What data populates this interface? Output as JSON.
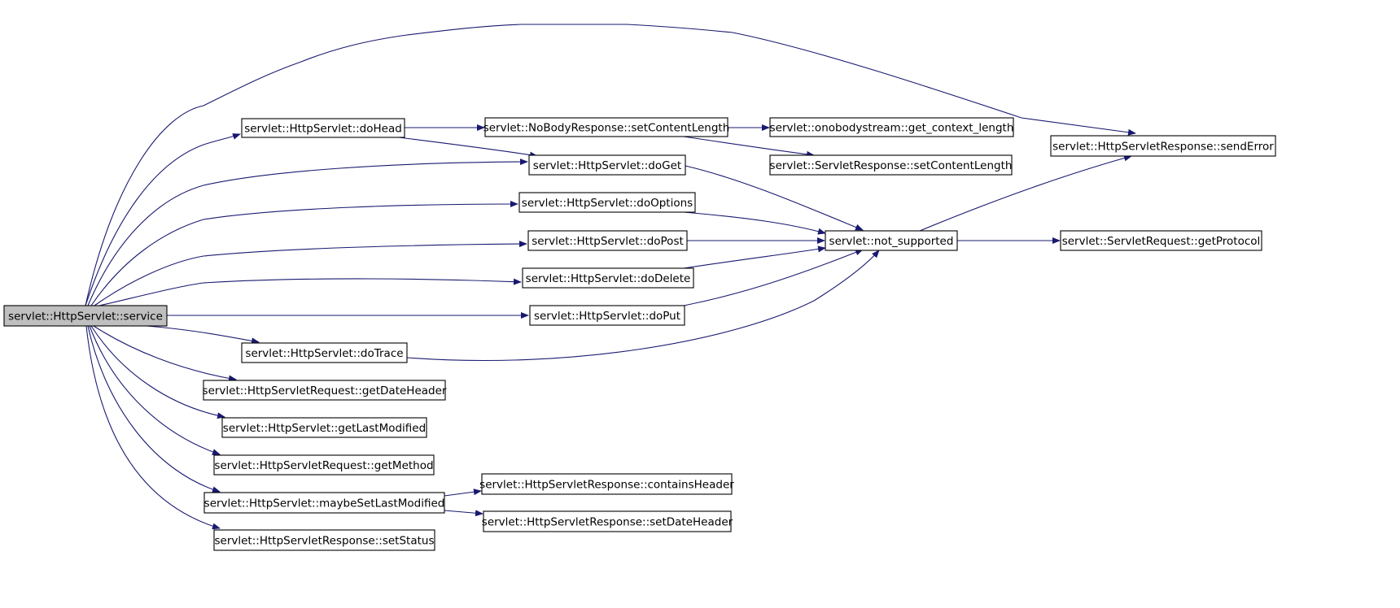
{
  "diagram": {
    "type": "call-graph",
    "edge_color": "#191970",
    "root_fill": "#bfbfbf",
    "nodes": [
      {
        "id": "service",
        "label": "servlet::HttpServlet::service"
      },
      {
        "id": "doHead",
        "label": "servlet::HttpServlet::doHead"
      },
      {
        "id": "nbSetContentLength",
        "label": "servlet::NoBodyResponse::setContentLength"
      },
      {
        "id": "getContextLength",
        "label": "servlet::onobodystream::get_context_length"
      },
      {
        "id": "srSetContentLength",
        "label": "servlet::ServletResponse::setContentLength"
      },
      {
        "id": "doGet",
        "label": "servlet::HttpServlet::doGet"
      },
      {
        "id": "doOptions",
        "label": "servlet::HttpServlet::doOptions"
      },
      {
        "id": "doPost",
        "label": "servlet::HttpServlet::doPost"
      },
      {
        "id": "doDelete",
        "label": "servlet::HttpServlet::doDelete"
      },
      {
        "id": "doPut",
        "label": "servlet::HttpServlet::doPut"
      },
      {
        "id": "doTrace",
        "label": "servlet::HttpServlet::doTrace"
      },
      {
        "id": "notSupported",
        "label": "servlet::not_supported"
      },
      {
        "id": "sendError",
        "label": "servlet::HttpServletResponse::sendError"
      },
      {
        "id": "getProtocol",
        "label": "servlet::ServletRequest::getProtocol"
      },
      {
        "id": "getDateHeader",
        "label": "servlet::HttpServletRequest::getDateHeader"
      },
      {
        "id": "getLastModified",
        "label": "servlet::HttpServlet::getLastModified"
      },
      {
        "id": "getMethod",
        "label": "servlet::HttpServletRequest::getMethod"
      },
      {
        "id": "maybeSetLastModified",
        "label": "servlet::HttpServlet::maybeSetLastModified"
      },
      {
        "id": "containsHeader",
        "label": "servlet::HttpServletResponse::containsHeader"
      },
      {
        "id": "setDateHeader",
        "label": "servlet::HttpServletResponse::setDateHeader"
      },
      {
        "id": "setStatus",
        "label": "servlet::HttpServletResponse::setStatus"
      }
    ],
    "edges": [
      {
        "from": "service",
        "to": "sendError"
      },
      {
        "from": "service",
        "to": "doHead"
      },
      {
        "from": "service",
        "to": "doGet"
      },
      {
        "from": "service",
        "to": "doOptions"
      },
      {
        "from": "service",
        "to": "doPost"
      },
      {
        "from": "service",
        "to": "doDelete"
      },
      {
        "from": "service",
        "to": "doPut"
      },
      {
        "from": "service",
        "to": "doTrace"
      },
      {
        "from": "service",
        "to": "getDateHeader"
      },
      {
        "from": "service",
        "to": "getLastModified"
      },
      {
        "from": "service",
        "to": "getMethod"
      },
      {
        "from": "service",
        "to": "maybeSetLastModified"
      },
      {
        "from": "service",
        "to": "setStatus"
      },
      {
        "from": "doHead",
        "to": "nbSetContentLength"
      },
      {
        "from": "doHead",
        "to": "doGet"
      },
      {
        "from": "nbSetContentLength",
        "to": "getContextLength"
      },
      {
        "from": "nbSetContentLength",
        "to": "srSetContentLength"
      },
      {
        "from": "doGet",
        "to": "notSupported"
      },
      {
        "from": "doOptions",
        "to": "notSupported"
      },
      {
        "from": "doPost",
        "to": "notSupported"
      },
      {
        "from": "doDelete",
        "to": "notSupported"
      },
      {
        "from": "doPut",
        "to": "notSupported"
      },
      {
        "from": "doTrace",
        "to": "notSupported"
      },
      {
        "from": "notSupported",
        "to": "sendError"
      },
      {
        "from": "notSupported",
        "to": "getProtocol"
      },
      {
        "from": "maybeSetLastModified",
        "to": "containsHeader"
      },
      {
        "from": "maybeSetLastModified",
        "to": "setDateHeader"
      }
    ]
  }
}
